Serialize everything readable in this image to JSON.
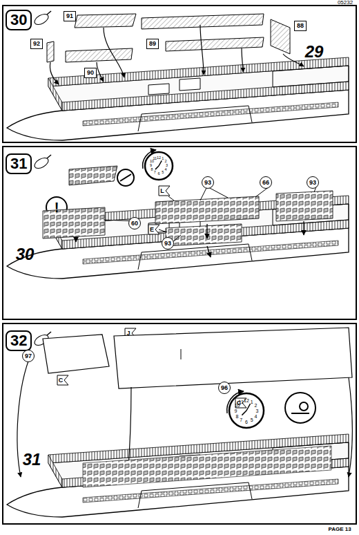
{
  "diagram": {
    "nodes": [
      {
        "text": [
          "30"
        ]
      },
      {
        "text": [
          "91"
        ]
      },
      {
        "text": [
          "92"
        ]
      },
      {
        "text": [
          "90"
        ]
      },
      {
        "text": [
          "89"
        ]
      },
      {
        "text": [
          "88"
        ]
      },
      {
        "text": [
          "31"
        ]
      },
      {
        "text": [
          "93"
        ]
      },
      {
        "text": [
          "66"
        ]
      },
      {
        "text": [
          "93"
        ]
      },
      {
        "text": [
          "60"
        ]
      },
      {
        "text": [
          "93"
        ]
      },
      {
        "text": [
          "32"
        ]
      },
      {
        "text": [
          "97"
        ]
      },
      {
        "text": [
          "96"
        ]
      }
    ],
    "labels": [
      "05232",
      "29",
      "!",
      "L",
      "E",
      "30",
      "12",
      "1",
      "2",
      "3",
      "4",
      "5",
      "6",
      "7",
      "8",
      "9",
      "10",
      "11",
      "J",
      "C",
      "C",
      "12",
      "1",
      "2",
      "3",
      "4",
      "5",
      "6",
      "7",
      "8",
      "9",
      "10",
      "11",
      "31",
      "PAGE 13"
    ]
  }
}
